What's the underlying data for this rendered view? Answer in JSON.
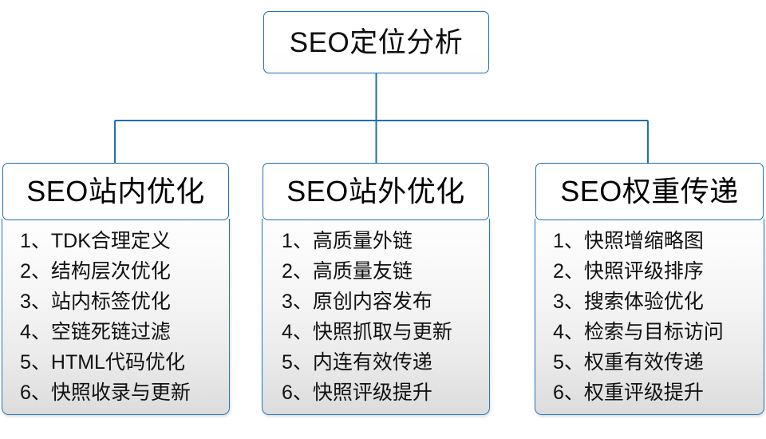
{
  "diagram": {
    "title": "SEO定位分析",
    "root": {
      "label": "SEO定位分析"
    },
    "columns": [
      {
        "header": "SEO站内优化",
        "items": [
          "1、TDK合理定义",
          "2、结构层次优化",
          "3、站内标签优化",
          "4、空链死链过滤",
          "5、HTML代码优化",
          "6、快照收录与更新"
        ]
      },
      {
        "header": "SEO站外优化",
        "items": [
          "1、高质量外链",
          "2、高质量友链",
          "3、原创内容发布",
          "4、快照抓取与更新",
          "5、内连有效传递",
          "6、快照评级提升"
        ]
      },
      {
        "header": "SEO权重传递",
        "items": [
          "1、快照增缩略图",
          "2、快照评级排序",
          "3、搜索体验优化",
          "4、检索与目标访问",
          "5、权重有效传递",
          "6、权重评级提升"
        ]
      }
    ],
    "colors": {
      "connector": "#1f6fb2",
      "node_border": "#1f6fb2",
      "body_border": "#2878bd",
      "text": "#111111",
      "background": "#ffffff"
    }
  }
}
